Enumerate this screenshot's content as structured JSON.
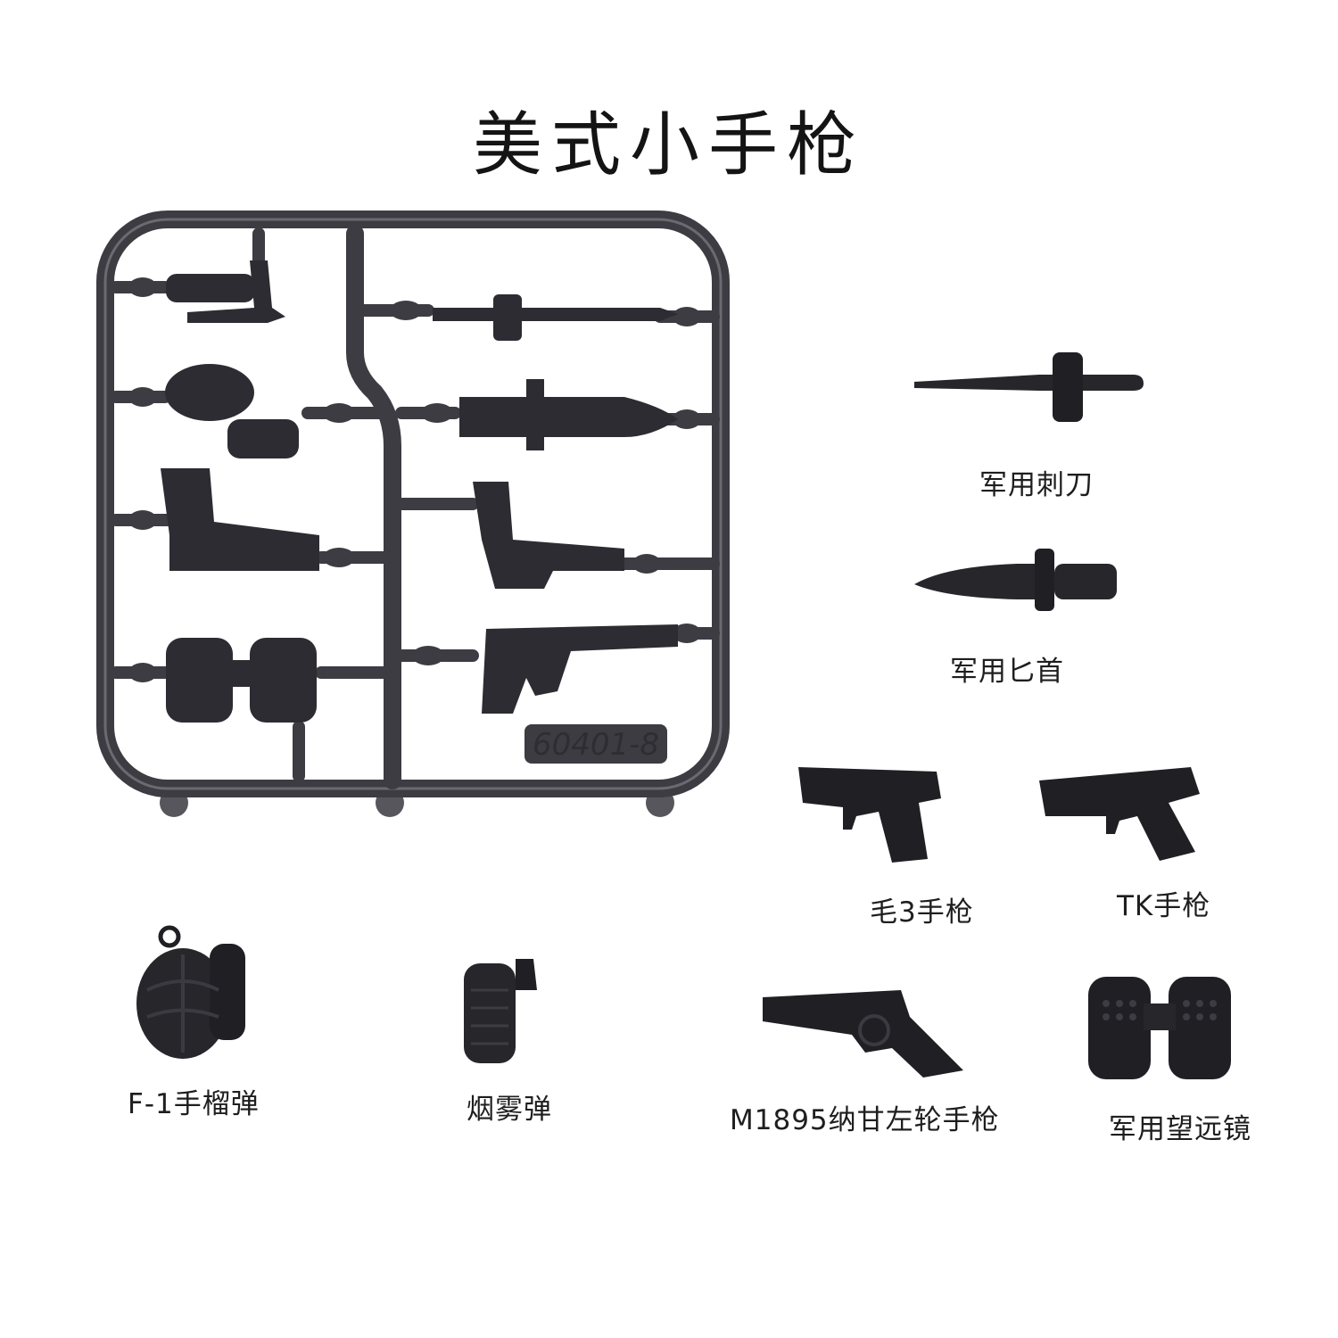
{
  "title": "美式小手枪",
  "sprue": {
    "code": "60401-8"
  },
  "parts": [
    {
      "name": "军用刺刀",
      "icon": "bayonet-icon"
    },
    {
      "name": "军用匕首",
      "icon": "dagger-icon"
    },
    {
      "name": "毛3手枪",
      "icon": "pistol-icon"
    },
    {
      "name": "TK手枪",
      "icon": "tk-pistol-icon"
    },
    {
      "name": "F-1手榴弹",
      "icon": "grenade-icon"
    },
    {
      "name": "烟雾弹",
      "icon": "smoke-grenade-icon"
    },
    {
      "name": "M1895纳甘左轮手枪",
      "icon": "revolver-icon"
    },
    {
      "name": "军用望远镜",
      "icon": "binoculars-icon"
    }
  ],
  "colors": {
    "plastic": "#3c3c42",
    "plastic_dark": "#1f1f24",
    "background": "#ffffff"
  }
}
